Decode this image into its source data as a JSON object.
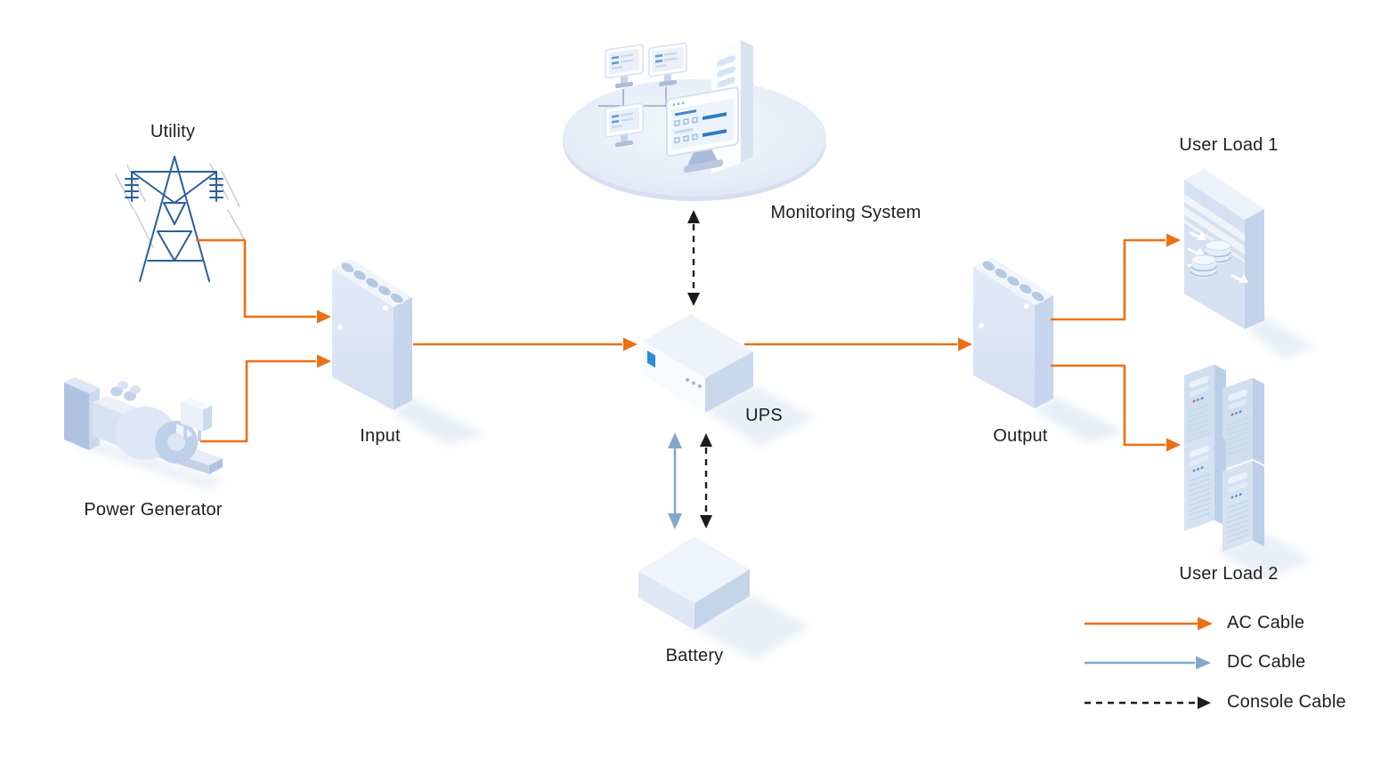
{
  "diagram": {
    "nodes": {
      "utility": {
        "label": "Utility",
        "icon": "transmission-tower"
      },
      "power_generator": {
        "label": "Power Generator",
        "icon": "generator"
      },
      "input": {
        "label": "Input",
        "icon": "power-distribution-box"
      },
      "ups": {
        "label": "UPS",
        "icon": "ups-device"
      },
      "monitoring_system": {
        "label": "Monitoring System",
        "icon": "monitors-and-server-platform"
      },
      "battery": {
        "label": "Battery",
        "icon": "battery-block"
      },
      "output": {
        "label": "Output",
        "icon": "power-distribution-box"
      },
      "user_load_1": {
        "label": "User Load 1",
        "icon": "data-server-panel"
      },
      "user_load_2": {
        "label": "User Load 2",
        "icon": "server-tower-group"
      }
    },
    "connections": [
      {
        "from": "utility",
        "to": "input",
        "type": "AC Cable",
        "direction": "one-way"
      },
      {
        "from": "power_generator",
        "to": "input",
        "type": "AC Cable",
        "direction": "one-way"
      },
      {
        "from": "input",
        "to": "ups",
        "type": "AC Cable",
        "direction": "one-way"
      },
      {
        "from": "ups",
        "to": "output",
        "type": "AC Cable",
        "direction": "one-way"
      },
      {
        "from": "output",
        "to": "user_load_1",
        "type": "AC Cable",
        "direction": "one-way"
      },
      {
        "from": "output",
        "to": "user_load_2",
        "type": "AC Cable",
        "direction": "one-way"
      },
      {
        "from": "ups",
        "to": "battery",
        "type": "DC Cable",
        "direction": "two-way"
      },
      {
        "from": "ups",
        "to": "battery",
        "type": "Console Cable",
        "direction": "two-way"
      },
      {
        "from": "ups",
        "to": "monitoring_system",
        "type": "Console Cable",
        "direction": "two-way"
      }
    ],
    "legend": [
      {
        "label": "AC Cable",
        "style": "solid",
        "color": "#ED6F13"
      },
      {
        "label": "DC Cable",
        "style": "solid",
        "color": "#83A8CC"
      },
      {
        "label": "Console Cable",
        "style": "dashed",
        "color": "#1C1C1C"
      }
    ]
  },
  "colors": {
    "ac_cable": "#ED6F13",
    "dc_cable": "#83A8CC",
    "console_cable": "#1C1C1C",
    "outline_blue": "#2B5F9E",
    "face_light": "#F0F5FC",
    "face_mid": "#DCE7F5",
    "face_dark": "#C6D5EB",
    "label_text": "#1F1F1F"
  }
}
